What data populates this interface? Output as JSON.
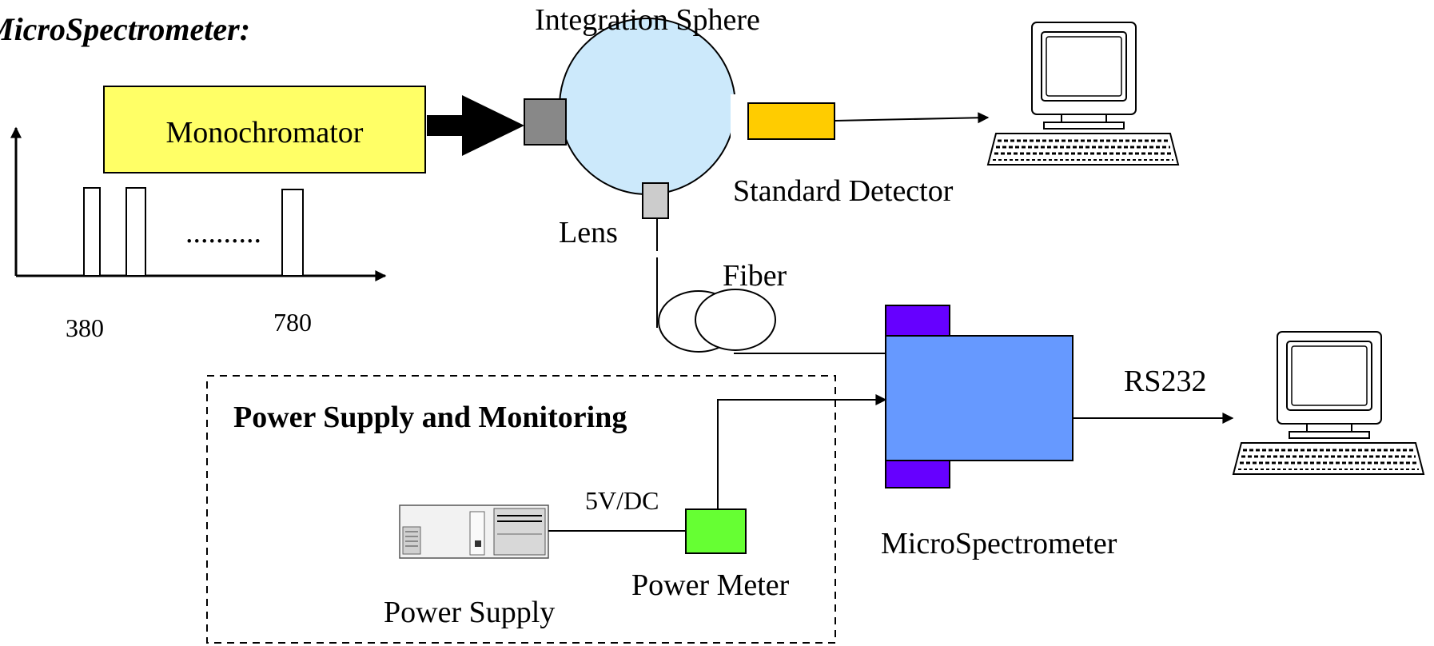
{
  "title": "MicroSpectrometer:",
  "monochromator": {
    "label": "Monochromator",
    "color": "#ffff66"
  },
  "spectrum": {
    "tick_left": "380",
    "tick_right": "780",
    "dots": ".........."
  },
  "sphere": {
    "label": "Integration Sphere",
    "color": "#cce9fb"
  },
  "standard_detector": {
    "label": "Standard Detector",
    "color": "#ffcc00"
  },
  "lens": {
    "label": "Lens"
  },
  "fiber": {
    "label": "Fiber"
  },
  "microspectrometer": {
    "label": "MicroSpectrometer",
    "body_color": "#6699ff",
    "clamp_color": "#6600ff"
  },
  "rs232": {
    "label": "RS232"
  },
  "power_group": {
    "title": "Power Supply and Monitoring"
  },
  "power_supply": {
    "label": "Power Supply"
  },
  "power_meter": {
    "label": "Power Meter",
    "color": "#66ff33"
  },
  "voltage": {
    "label": "5V/DC"
  }
}
